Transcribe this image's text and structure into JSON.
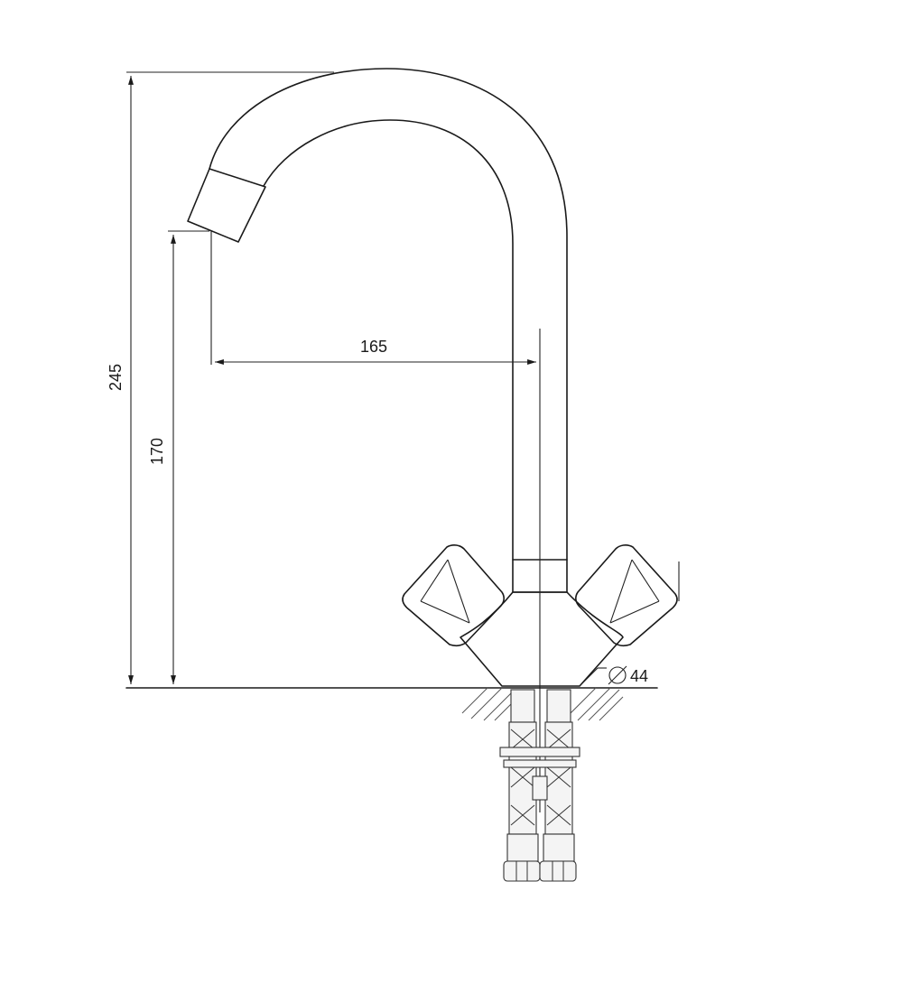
{
  "dimensions": {
    "total_height": "245",
    "spout_height": "170",
    "spout_reach": "165",
    "base_diameter_symbol": "⌀",
    "base_diameter": "44"
  },
  "colors": {
    "line": "#1a1a1a",
    "background": "#ffffff"
  }
}
